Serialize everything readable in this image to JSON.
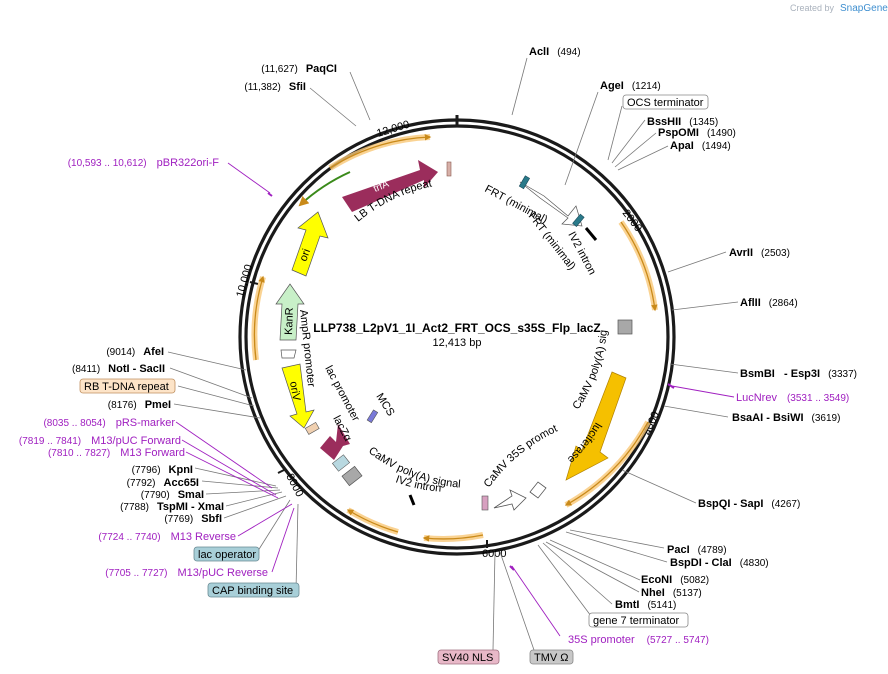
{
  "credit": {
    "created_by": "Created by",
    "brand": "SnapGene"
  },
  "plasmid": {
    "name": "LLP738_L2pV1_1I_Act2_FRT_OCS_s35S_Flp_lacZ",
    "length": "12,413 bp"
  },
  "ticks": [
    "2000",
    "4000",
    "6000",
    "8000",
    "10,000",
    "12,000"
  ],
  "enzymes_right": [
    {
      "name": "AclI",
      "pos": "(494)"
    },
    {
      "name": "AgeI",
      "pos": "(1214)"
    },
    {
      "name": "BssHII",
      "pos": "(1345)"
    },
    {
      "name": "PspOMI",
      "pos": "(1490)"
    },
    {
      "name": "ApaI",
      "pos": "(1494)"
    },
    {
      "name": "AvrII",
      "pos": "(2503)"
    },
    {
      "name": "AflII",
      "pos": "(2864)"
    },
    {
      "name": "BsmBI   - Esp3I",
      "pos": "(3337)"
    },
    {
      "name": "BsaAI   - BsiWI",
      "pos": "(3619)"
    },
    {
      "name": "BspQI   - SapI",
      "pos": "(4267)"
    },
    {
      "name": "PacI",
      "pos": "(4789)"
    },
    {
      "name": "BspDI   - ClaI",
      "pos": "(4830)"
    },
    {
      "name": "EcoNI",
      "pos": "(5082)"
    },
    {
      "name": "NheI",
      "pos": "(5137)"
    },
    {
      "name": "BmtI",
      "pos": "(5141)"
    }
  ],
  "enzymes_left": [
    {
      "name": "PaqCI",
      "pos": "(11,627)"
    },
    {
      "name": "SfiI",
      "pos": "(11,382)"
    },
    {
      "name": "AfeI",
      "pos": "(9014)"
    },
    {
      "name": "NotI   - SacII",
      "pos": "(8411)"
    },
    {
      "name": "PmeI",
      "pos": "(8176)"
    },
    {
      "name": "KpnI",
      "pos": "(7796)"
    },
    {
      "name": "Acc65I",
      "pos": "(7792)"
    },
    {
      "name": "SmaI",
      "pos": "(7790)"
    },
    {
      "name": "TspMI   - XmaI",
      "pos": "(7788)"
    },
    {
      "name": "SbfI",
      "pos": "(7769)"
    }
  ],
  "primers": [
    {
      "name": "LucNrev",
      "range": "(3531 .. 3549)"
    },
    {
      "name": "35S promoter",
      "range": "(5727 .. 5747)"
    },
    {
      "name": "M13 Reverse",
      "range": "(7724 .. 7740)"
    },
    {
      "name": "M13/pUC Reverse",
      "range": "(7705 .. 7727)"
    },
    {
      "name": "pRS-marker",
      "range": "(8035 .. 8054)"
    },
    {
      "name": "M13/pUC Forward",
      "range": "(7819 .. 7841)"
    },
    {
      "name": "M13 Forward",
      "range": "(7810 .. 7827)"
    },
    {
      "name": "pBR322ori-F",
      "range": "(10,593 .. 10,612)"
    }
  ],
  "boxed": {
    "ocs_terminator": "OCS terminator",
    "rb_tdna": "RB T-DNA repeat",
    "gene7": "gene 7 terminator",
    "lac_operator": "lac operator",
    "cap_site": "CAP binding site",
    "sv40": "SV40 NLS",
    "tmv": "TMV Ω"
  },
  "features": {
    "frt1": "FRT (minimal)",
    "frt2": "FRT (minimal)",
    "iv2_top": "IV2 intron",
    "lb_tdna": "LB T-DNA repeat",
    "trfa": "trfA",
    "ori": "ori",
    "kanr": "KanR",
    "ampr_promoter": "AmpR promoter",
    "oriv": "oriV",
    "lac_promoter": "lac promoter",
    "lacza": "lacZα",
    "mcs": "MCS",
    "camv_polya_bottom": "CaMV poly(A) signal",
    "iv2_bottom": "IV2 intron",
    "camv_35s": "CaMV 35S promoter",
    "luciferase": "luciferase",
    "camv_polya_right": "CaMV poly(A) signal"
  },
  "colors": {
    "backbone": "#1a1a1a",
    "orf": "#f5a623",
    "trfa": "#9b2d5c",
    "ori": "#ffff00",
    "kanr": "#c8f0c8",
    "primer": "#a020c0",
    "lacza": "#9b2d5c"
  }
}
